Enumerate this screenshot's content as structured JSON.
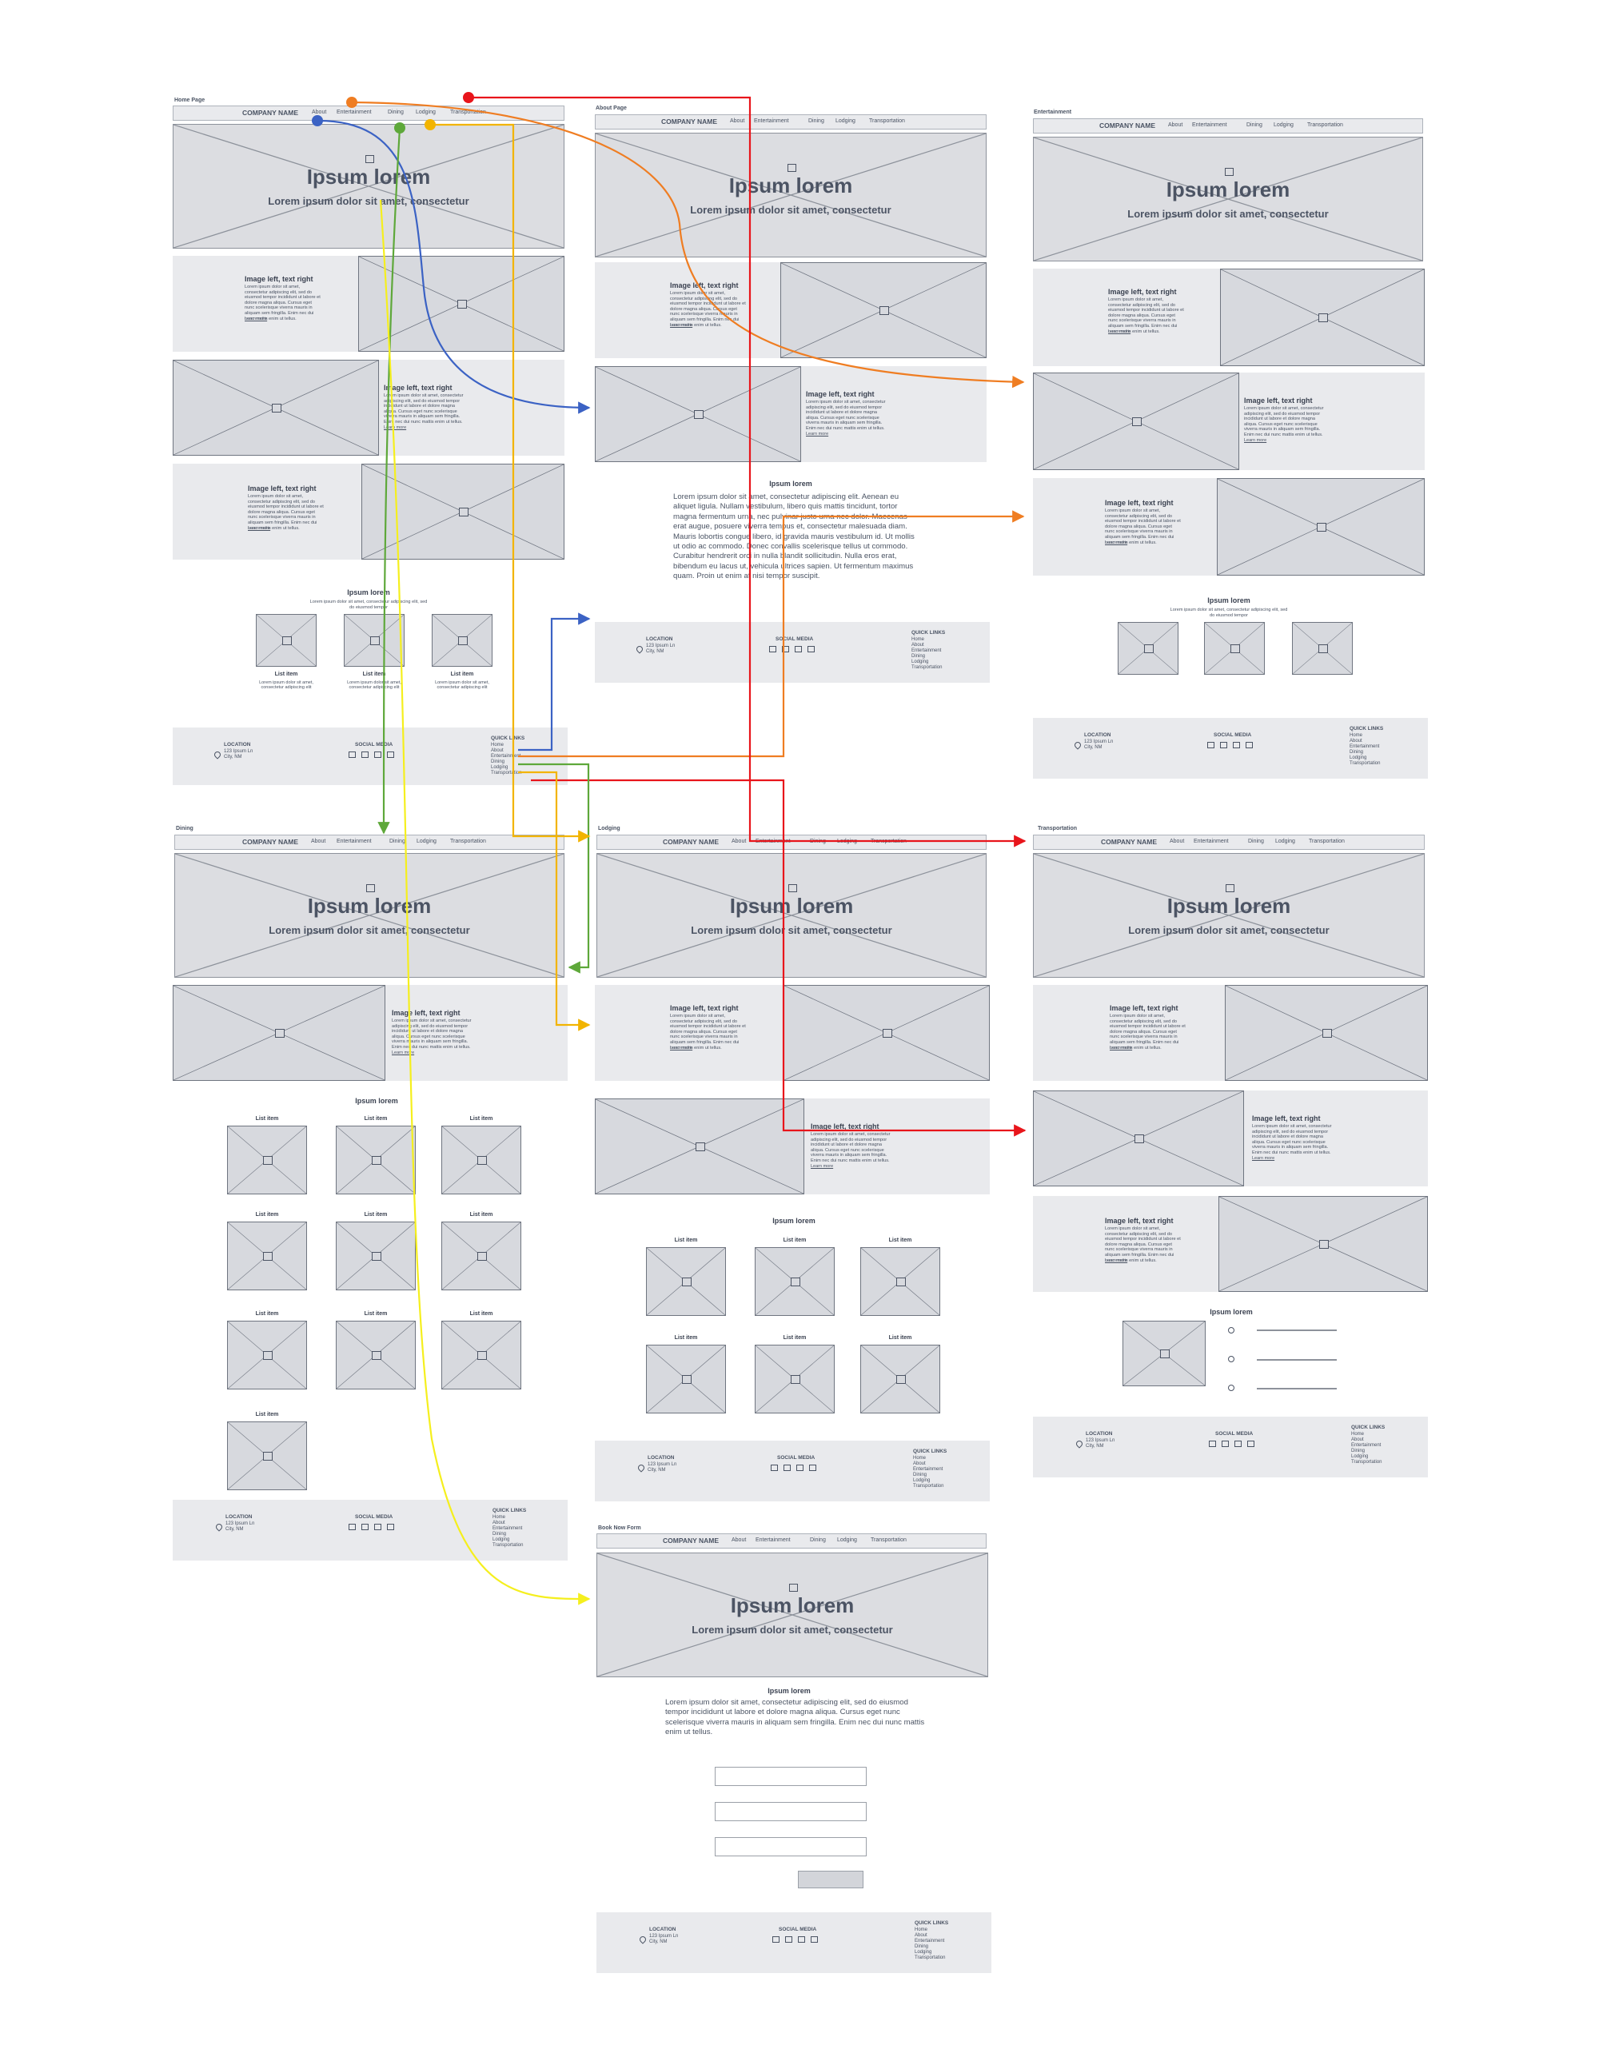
{
  "frames": {
    "home": "Home Page",
    "about": "About Page",
    "entertainment": "Entertainment",
    "dining": "Dining",
    "lodging": "Lodging",
    "transportation": "Transportation",
    "book": "Book Now Form"
  },
  "nav": {
    "brand": "COMPANY NAME",
    "links": [
      "About",
      "Entertainment",
      "Dining",
      "Lodging",
      "Transportation"
    ]
  },
  "hero": {
    "title": "Ipsum lorem",
    "subtitle": "Lorem ipsum dolor sit amet, consectetur"
  },
  "blocks": {
    "left_right_title": "Image left, text right",
    "body": "Lorem ipsum dolor sit amet, consectetur adipiscing elit, sed do eiusmod tempor incididunt ut labore et dolore magna aliqua. Cursus eget nunc scelerisque viverra mauris in aliquam sem fringilla. Enim nec dui nunc mattis enim ut tellus.",
    "link": "Learn more"
  },
  "section": {
    "title": "Ipsum lorem",
    "subtitle": "Lorem ipsum dolor sit amet, consectetur adipiscing elit, sed do eiusmod tempor",
    "list_item": "List item",
    "list_sub": "Lorem ipsum dolor sit amet, consectetur adipiscing elit"
  },
  "about_paragraph": "Lorem ipsum dolor sit amet, consectetur adipiscing elit. Aenean eu aliquet ligula. Nullam vestibulum, libero quis mattis tincidunt, tortor magna fermentum urna, nec pulvinar justo urna nec dolor. Maecenas erat augue, posuere viverra tempus et, consectetur malesuada diam. Mauris lobortis congue libero, id gravida mauris vestibulum id. Ut mollis ut odio ac commodo. Donec convallis scelerisque tellus ut commodo. Curabitur hendrerit orci in nulla blandit sollicitudin. Nulla eros erat, bibendum eu lacus ut, vehicula ultrices sapien. Ut fermentum maximus quam. Proin ut enim at nisi tempor suscipit.",
  "book_paragraph": "Lorem ipsum dolor sit amet, consectetur adipiscing elit, sed do eiusmod tempor incididunt ut labore et dolore magna aliqua. Cursus eget nunc scelerisque viverra mauris in aliquam sem fringilla. Enim nec dui nunc mattis enim ut tellus.",
  "footer": {
    "location_label": "LOCATION",
    "address_line1": "123 Ipsum Ln",
    "address_line2": "City, NM",
    "social_label": "SOCIAL MEDIA",
    "quick_links_label": "QUICK LINKS",
    "quick_links": [
      "Home",
      "About",
      "Entertainment",
      "Dining",
      "Lodging",
      "Transportation"
    ]
  },
  "colors": {
    "blue": "#3b62c4",
    "orange": "#ef7d22",
    "red": "#e8151b",
    "green": "#5ea83a",
    "yellow": "#f5ef1e",
    "amber": "#f2b400"
  }
}
